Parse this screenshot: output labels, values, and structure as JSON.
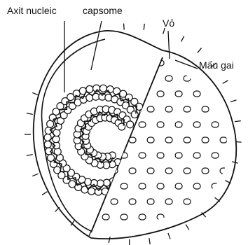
{
  "diagram": {
    "labels": {
      "nucleic_acid": "Axit nucleic",
      "capsomere": "capsome",
      "envelope": "Vỏ",
      "spike": "Mấu gai"
    },
    "line_color": "#111111",
    "background": "#ffffff"
  }
}
